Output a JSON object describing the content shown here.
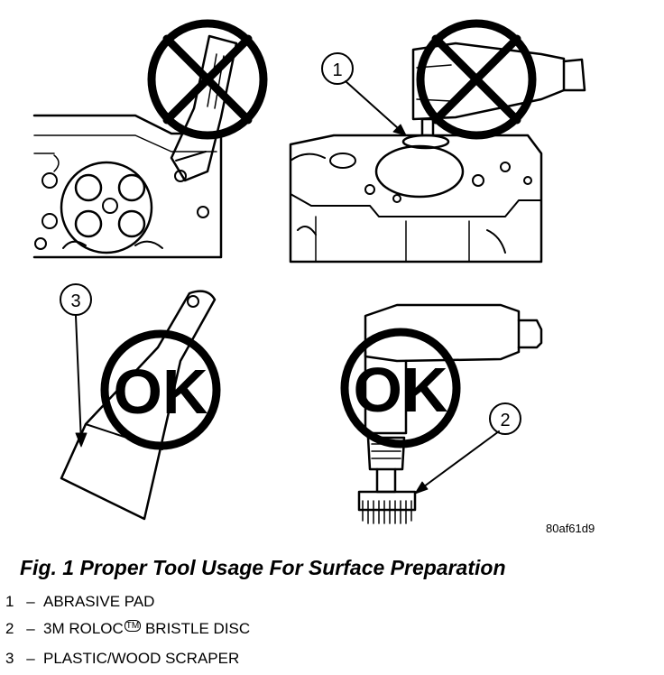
{
  "figure": {
    "caption": "Fig. 1 Proper Tool Usage For Surface Preparation",
    "image_code": "80af61d9",
    "ok_label": "OK",
    "callouts": [
      "1",
      "2",
      "3"
    ],
    "legend": [
      {
        "num": "1",
        "dash": "–",
        "text": "ABRASIVE PAD",
        "mark": ""
      },
      {
        "num": "2",
        "dash": "–",
        "text": "3M ROLOC",
        "mark": "TM",
        "text_after": " BRISTLE DISC"
      },
      {
        "num": "3",
        "dash": "–",
        "text": "PLASTIC/WOOD SCRAPER",
        "mark": ""
      }
    ]
  }
}
